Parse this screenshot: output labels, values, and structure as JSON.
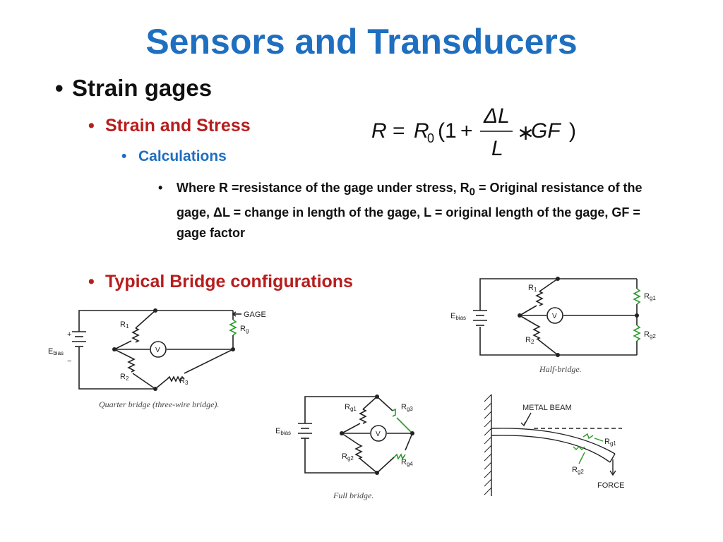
{
  "slide": {
    "title": "Sensors and Transducers",
    "bullets": {
      "level1": "Strain gages",
      "level2": "Strain and Stress",
      "level3": "Calculations",
      "level4_pre": "Where R =resistance of the gage under stress, R",
      "level4_sub": "0",
      "level4_post": " = Original resistance of the gage, ΔL = change in length of the gage, L = original length of the gage, GF = gage factor",
      "bridge_heading": "Typical Bridge configurations"
    },
    "formula": {
      "lhs": "R",
      "eq": "=",
      "r0": "R",
      "r0_sub": "0",
      "open": "(1",
      "plus": "+",
      "numerator": "ΔL",
      "denominator": "L",
      "times": "∗",
      "gf": "GF",
      "close": ")"
    },
    "diagrams": {
      "quarter": {
        "caption": "Quarter bridge (three-wire bridge).",
        "labels": {
          "e": "E",
          "e_sub": "bias",
          "plus": "+",
          "minus": "−",
          "r1": "R",
          "r1_sub": "1",
          "r2": "R",
          "r2_sub": "2",
          "r3": "R",
          "r3_sub": "3",
          "rg": "R",
          "rg_sub": "g",
          "gage": "GAGE",
          "v": "V"
        }
      },
      "half": {
        "caption": "Half-bridge.",
        "labels": {
          "e": "E",
          "e_sub": "bias",
          "r1": "R",
          "r1_sub": "1",
          "r2": "R",
          "r2_sub": "2",
          "rg1": "R",
          "rg1_sub": "g1",
          "rg2": "R",
          "rg2_sub": "g2",
          "v": "V"
        }
      },
      "full": {
        "caption": "Full bridge.",
        "labels": {
          "e": "E",
          "e_sub": "bias",
          "rg1": "R",
          "rg1_sub": "g1",
          "rg2": "R",
          "rg2_sub": "g2",
          "rg3": "R",
          "rg3_sub": "g3",
          "rg4": "R",
          "rg4_sub": "g4",
          "v": "V"
        }
      },
      "beam": {
        "labels": {
          "metal_beam": "METAL BEAM",
          "rg1": "R",
          "rg1_sub": "g1",
          "rg2": "R",
          "rg2_sub": "g2",
          "force": "FORCE"
        }
      }
    },
    "colors": {
      "title": "#1f6fc0",
      "level2": "#b81d1d",
      "level3": "#1f6fc0",
      "gage": "#2a9a2a"
    }
  }
}
